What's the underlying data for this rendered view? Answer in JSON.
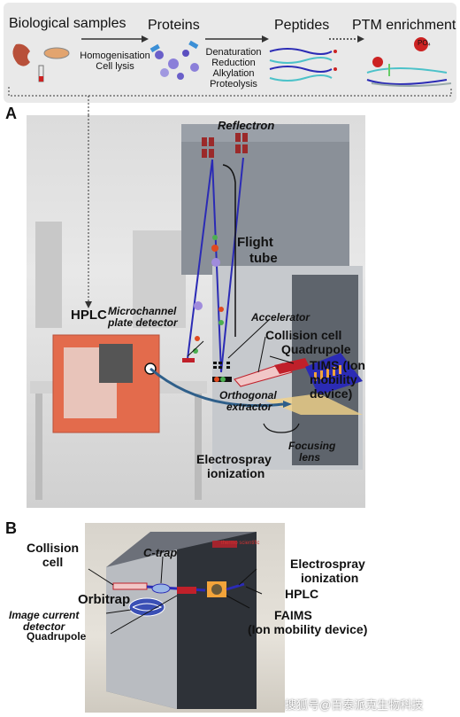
{
  "workflow": {
    "steps": [
      {
        "title": "Biological samples"
      },
      {
        "title": "Proteins"
      },
      {
        "title": "Peptides"
      },
      {
        "title": "PTM enrichment"
      }
    ],
    "arrow1_text": [
      "Homogenisation",
      "Cell lysis"
    ],
    "arrow2_text": [
      "Denaturation",
      "Reduction",
      "Alkylation",
      "Proteolysis"
    ],
    "po4_label": "PO₄"
  },
  "panel_a": {
    "letter": "A",
    "labels": {
      "reflectron": "Reflectron",
      "flight_tube": [
        "Flight",
        "tube"
      ],
      "hplc": "HPLC",
      "microchannel": [
        "Microchannel",
        "plate detector"
      ],
      "accelerator": "Accelerator",
      "collision_cell": "Collision cell",
      "quadrupole": "Quadrupole",
      "tims": [
        "TIMS (Ion",
        "mobility",
        "device)"
      ],
      "orthogonal": [
        "Orthogonal",
        "extractor"
      ],
      "focusing": [
        "Focusing",
        "lens"
      ],
      "electrospray": [
        "Electrospray",
        "ionization"
      ]
    }
  },
  "panel_b": {
    "letter": "B",
    "labels": {
      "collision_cell": [
        "Collision",
        "cell"
      ],
      "ctrap": "C-trap",
      "electrospray": [
        "Electrospray",
        "ionization"
      ],
      "orbitrap": "Orbitrap",
      "hplc": "HPLC",
      "image_current": [
        "Image current",
        "detector"
      ],
      "faims": [
        "FAIMS",
        "(Ion mobility device)"
      ],
      "quadrupole": "Quadrupole"
    },
    "brand": "thermo scientific"
  },
  "watermark": "搜狐号@百泰派克生物科技",
  "colors": {
    "workflow_bg": "#e9e9e9",
    "ion_path": "#2b2bb5",
    "red_component": "#c0202a",
    "tims_orange": "#f3a43a"
  }
}
